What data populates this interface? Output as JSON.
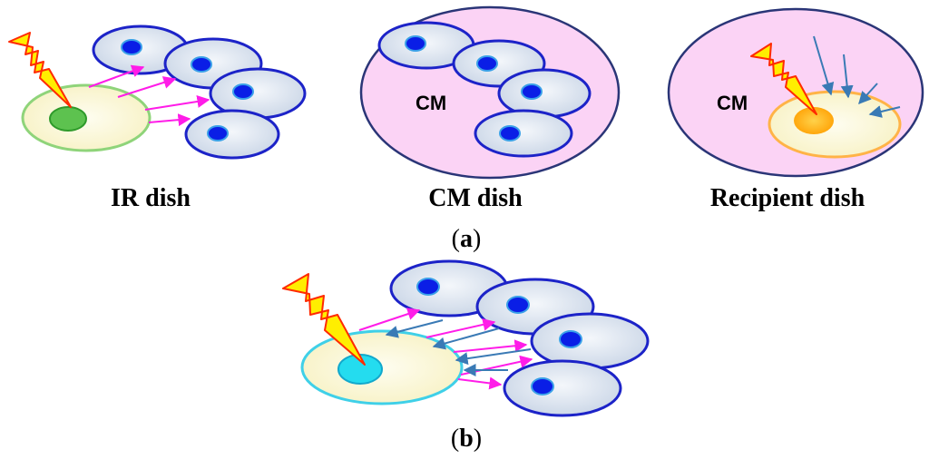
{
  "panel_a": {
    "captions": {
      "ir_dish": "IR dish",
      "cm_dish": "CM dish",
      "recipient_dish": "Recipient dish"
    },
    "cm_label": "CM",
    "tag": {
      "open": "(",
      "letter": "a",
      "close": ")"
    }
  },
  "panel_b": {
    "tag": {
      "open": "(",
      "letter": "b",
      "close": ")"
    }
  },
  "colors": {
    "cell_fill": "#d7e1ee",
    "cell_stroke": "#1c23c8",
    "nucleus": "#0a1ee6",
    "irradiated_cell": "#fbf8d6",
    "medium": "#fbd3f5",
    "dish_stroke": "#2a3577",
    "signal_arrow": "#ff1ce8",
    "response_arrow": "#3a7ab5",
    "lightning": "#ffee00",
    "lightning_stroke": "#ff2a00"
  },
  "icons": [
    "lightning-bolt-icon",
    "arrow-icon"
  ]
}
